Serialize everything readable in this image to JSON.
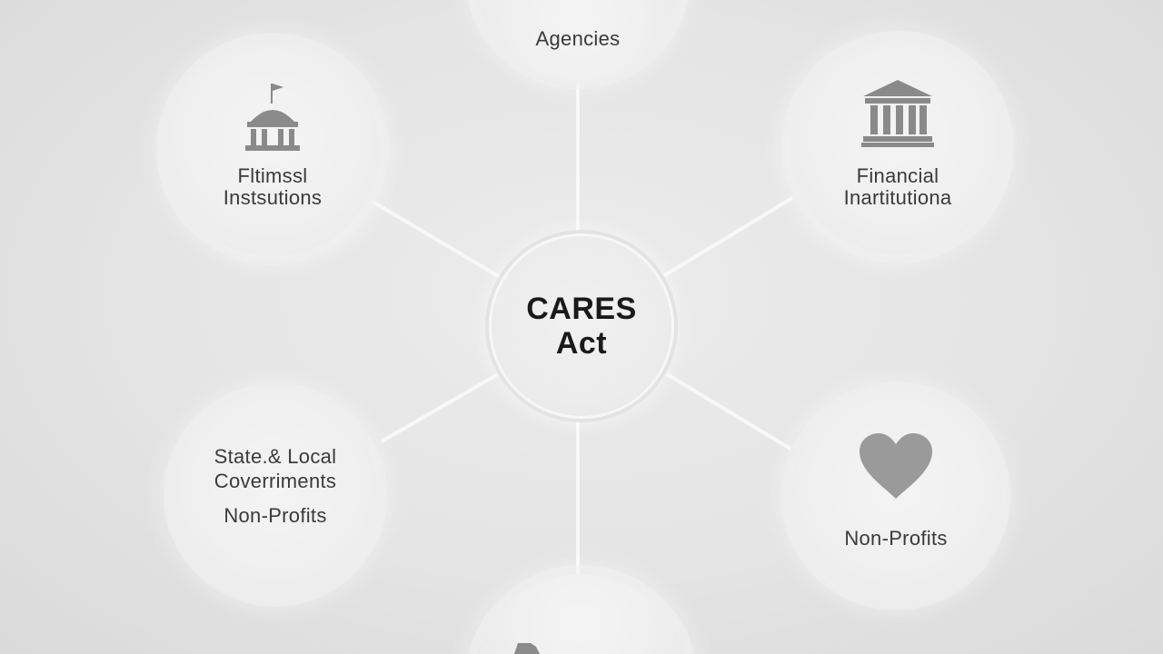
{
  "hub": {
    "line1": "CARES",
    "line2": "Act"
  },
  "nodes": {
    "top": {
      "label": "Agencies"
    },
    "top_left": {
      "label_line1": "Fltimssl",
      "label_line2": "Instsutions",
      "icon": "government-building-icon"
    },
    "top_right": {
      "label_line1": "Financial",
      "label_line2": "Inartitutiona",
      "icon": "bank-columns-icon"
    },
    "bottom_left": {
      "label_line1": "State.& Local",
      "label_line2": "Coverriments",
      "label_line3": "Non-Profits"
    },
    "bottom_right": {
      "label": "Non-Profits",
      "icon": "heart-icon"
    },
    "bottom": {
      "icon": "partial-icon"
    }
  },
  "colors": {
    "background": "#e4e4e4",
    "circle_fill": "#efefef",
    "connector": "#f8f8f8",
    "icon": "#8a8a8a",
    "heart": "#9a9a9a",
    "hub_text": "#1a1a1a",
    "label_text": "#3a3a3a"
  }
}
